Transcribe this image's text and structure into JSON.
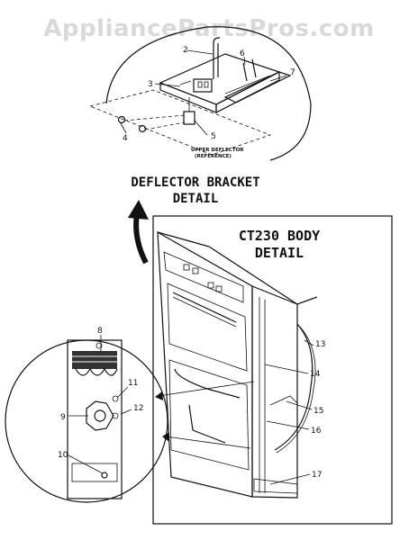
{
  "watermark": "AppliancePartsPros.com",
  "details": {
    "deflector_title_line1": "DEFLECTOR BRACKET",
    "deflector_title_line2": "DETAIL",
    "body_title_line1": "CT230 BODY",
    "body_title_line2": "DETAIL",
    "reference_line1": "UPPER DEFLECTOR",
    "reference_line2": "(REFERENCE)"
  },
  "callouts": [
    "2",
    "3",
    "4",
    "5",
    "6",
    "7",
    "8",
    "9",
    "10",
    "11",
    "12",
    "13",
    "14",
    "15",
    "16",
    "17"
  ]
}
